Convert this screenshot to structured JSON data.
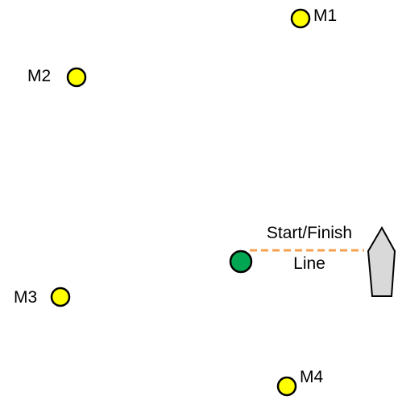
{
  "marks": [
    {
      "id": "M1",
      "label": "M1"
    },
    {
      "id": "M2",
      "label": "M2"
    },
    {
      "id": "M3",
      "label": "M3"
    },
    {
      "id": "M4",
      "label": "M4"
    }
  ],
  "start_finish": {
    "line1": "Start/Finish",
    "line2": "Line"
  },
  "colors": {
    "mark_fill": "#ffff00",
    "pin_fill": "#00a651",
    "line_color": "#f4a14e",
    "boat_fill": "#d9d9d9",
    "outline": "#000000"
  },
  "icons": {
    "mark": "buoy-icon",
    "pin": "pin-end-buoy-icon",
    "boat": "committee-boat-icon"
  }
}
